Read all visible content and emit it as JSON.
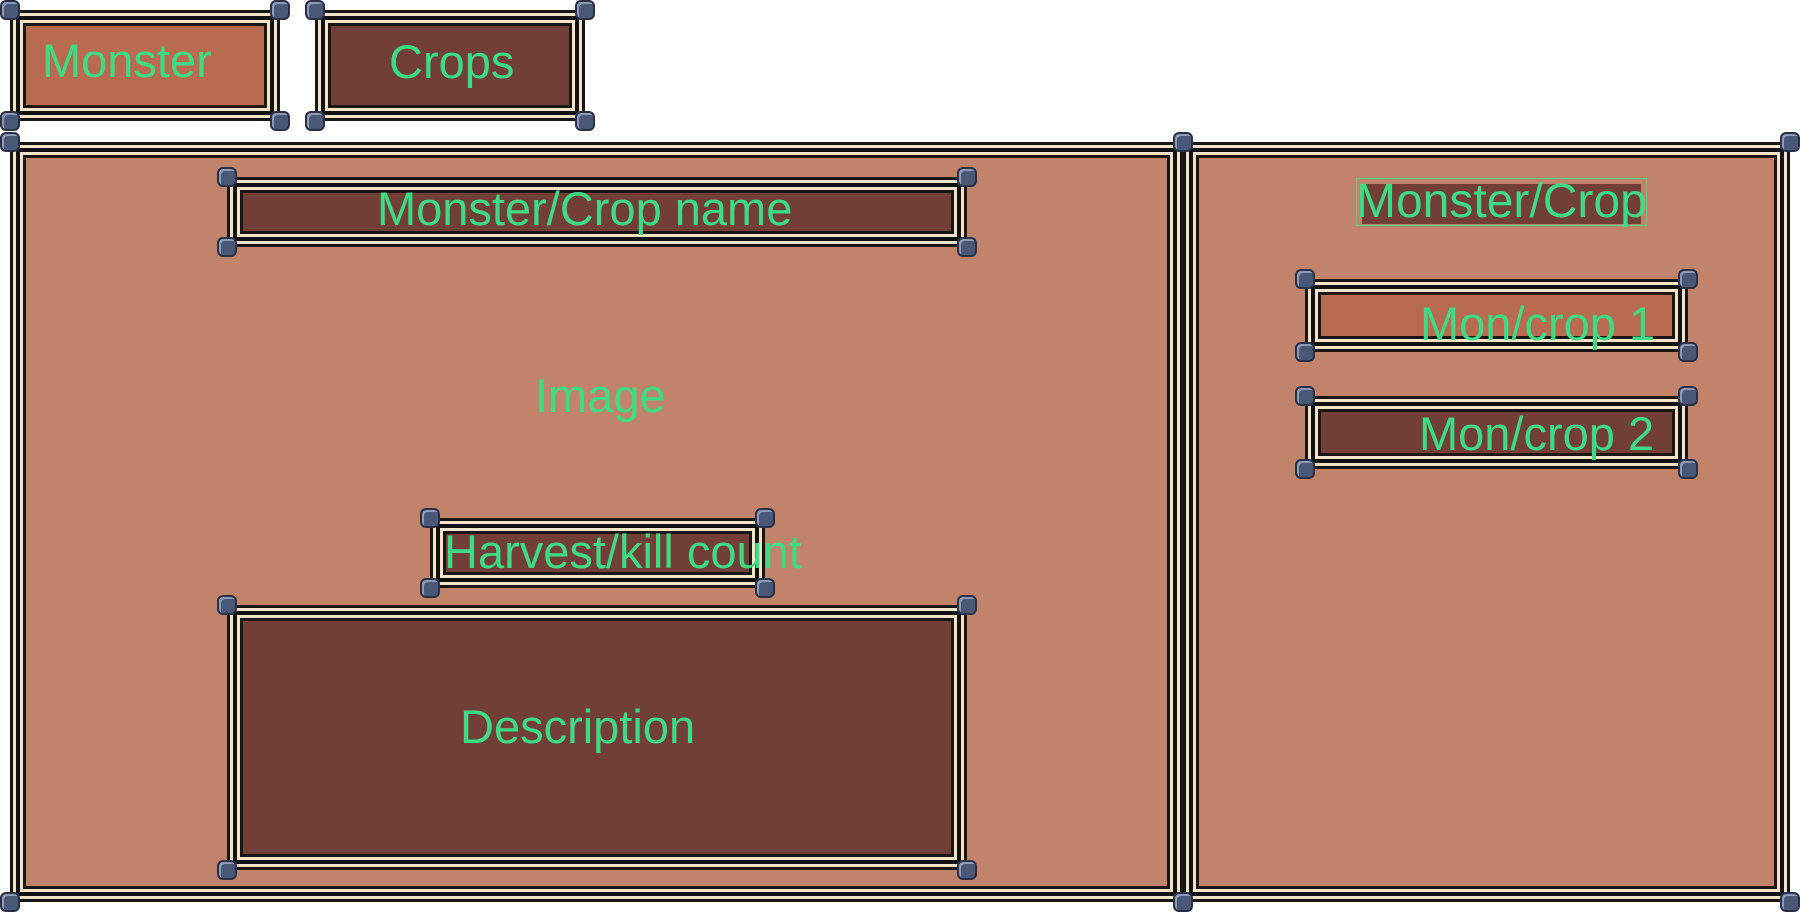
{
  "tabs": {
    "monster_label": "Monster",
    "crops_label": "Crops"
  },
  "details": {
    "name_label": "Monster/Crop name",
    "image_label": "Image",
    "count_label": "Harvest/kill count",
    "description_label": "Description"
  },
  "sidebar": {
    "header": "Monster/Crop",
    "items": [
      {
        "label": "Mon/crop 1"
      },
      {
        "label": "Mon/crop 2"
      }
    ]
  },
  "colors": {
    "panel": "#c1846a",
    "button_dark": "#713f38",
    "button_active": "#b86b4e",
    "label_text": "#3ddc84",
    "rivet": "#4a5878"
  }
}
